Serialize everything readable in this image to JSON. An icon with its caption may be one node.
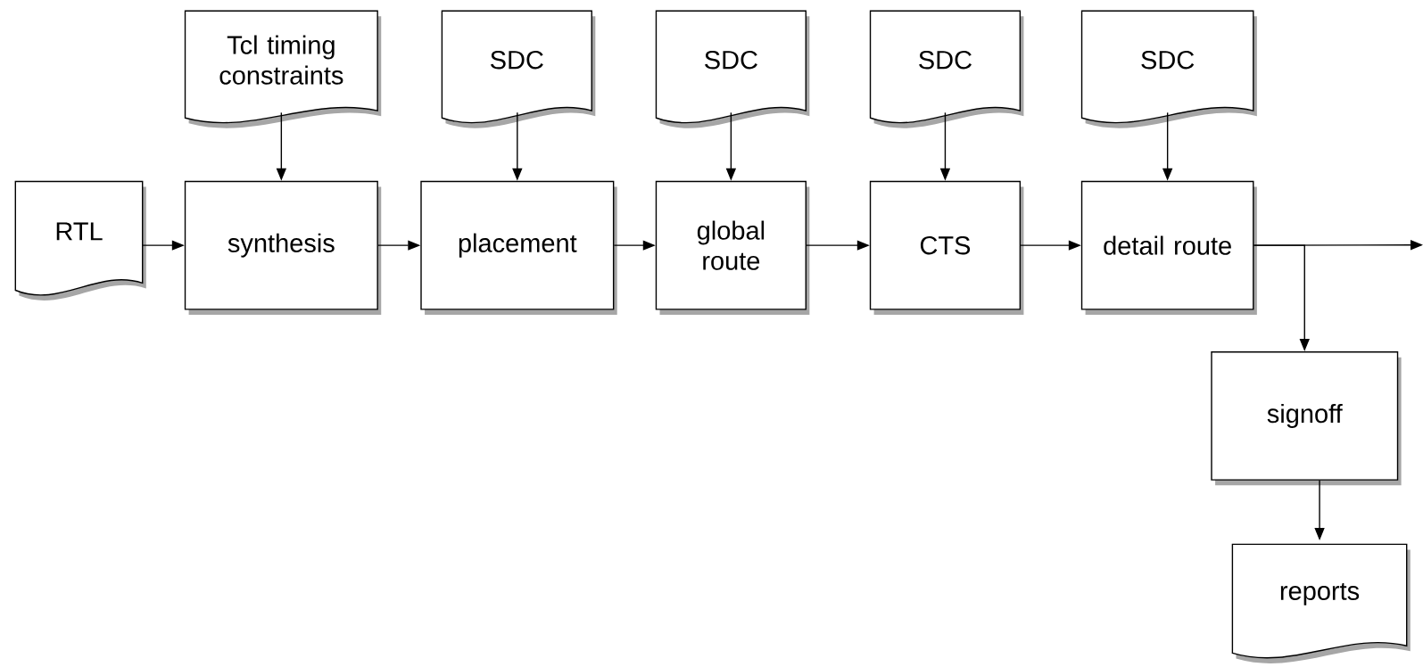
{
  "diagram": {
    "nodes": [
      {
        "text": [
          "Tcl timing constraints"
        ]
      },
      {
        "text": [
          "SDC"
        ]
      },
      {
        "text": [
          "SDC"
        ]
      },
      {
        "text": [
          "SDC"
        ]
      },
      {
        "text": [
          "SDC"
        ]
      },
      {
        "text": [
          "RTL"
        ]
      },
      {
        "text": [
          "synthesis"
        ]
      },
      {
        "text": [
          "placement"
        ]
      },
      {
        "text": [
          "global route"
        ]
      },
      {
        "text": [
          "CTS"
        ]
      },
      {
        "text": [
          "detail route"
        ]
      },
      {
        "text": [
          "signoff"
        ]
      },
      {
        "text": [
          "reports"
        ]
      }
    ],
    "edges": [
      {
        "from": 0,
        "to": 6,
        "arrow": "to"
      },
      {
        "from": 1,
        "to": 7,
        "arrow": "to"
      },
      {
        "from": 2,
        "to": 8,
        "arrow": "to"
      },
      {
        "from": 3,
        "to": 9,
        "arrow": "to"
      },
      {
        "from": 4,
        "to": 10,
        "arrow": "to"
      },
      {
        "from": 5,
        "to": 6,
        "arrow": "to"
      },
      {
        "from": 6,
        "to": 7,
        "arrow": "to"
      },
      {
        "from": 7,
        "to": 8,
        "arrow": "to"
      },
      {
        "from": 8,
        "to": 9,
        "arrow": "to"
      },
      {
        "from": 9,
        "to": 10,
        "arrow": "to"
      },
      {
        "from": 10,
        "to": null,
        "arrow": "to"
      },
      {
        "from": 10,
        "to": 11,
        "arrow": "to"
      },
      {
        "from": 11,
        "to": 12,
        "arrow": "to"
      }
    ]
  }
}
